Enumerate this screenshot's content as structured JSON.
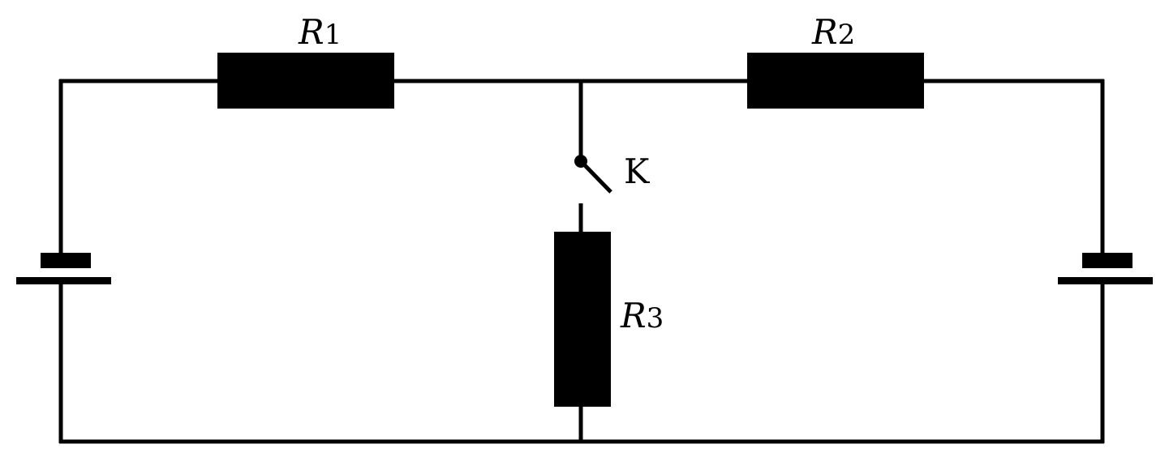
{
  "diagram": {
    "type": "electric-circuit",
    "stroke_color": "#000000",
    "background_color": "#ffffff",
    "components": {
      "r1": {
        "kind": "resistor",
        "label_letter": "R",
        "label_index": "1"
      },
      "r2": {
        "kind": "resistor",
        "label_letter": "R",
        "label_index": "2"
      },
      "r3": {
        "kind": "resistor",
        "label_letter": "R",
        "label_index": "3"
      },
      "switch_k": {
        "kind": "switch",
        "state": "open",
        "label": "K"
      },
      "battery_left": {
        "kind": "battery"
      },
      "battery_right": {
        "kind": "battery"
      }
    }
  }
}
